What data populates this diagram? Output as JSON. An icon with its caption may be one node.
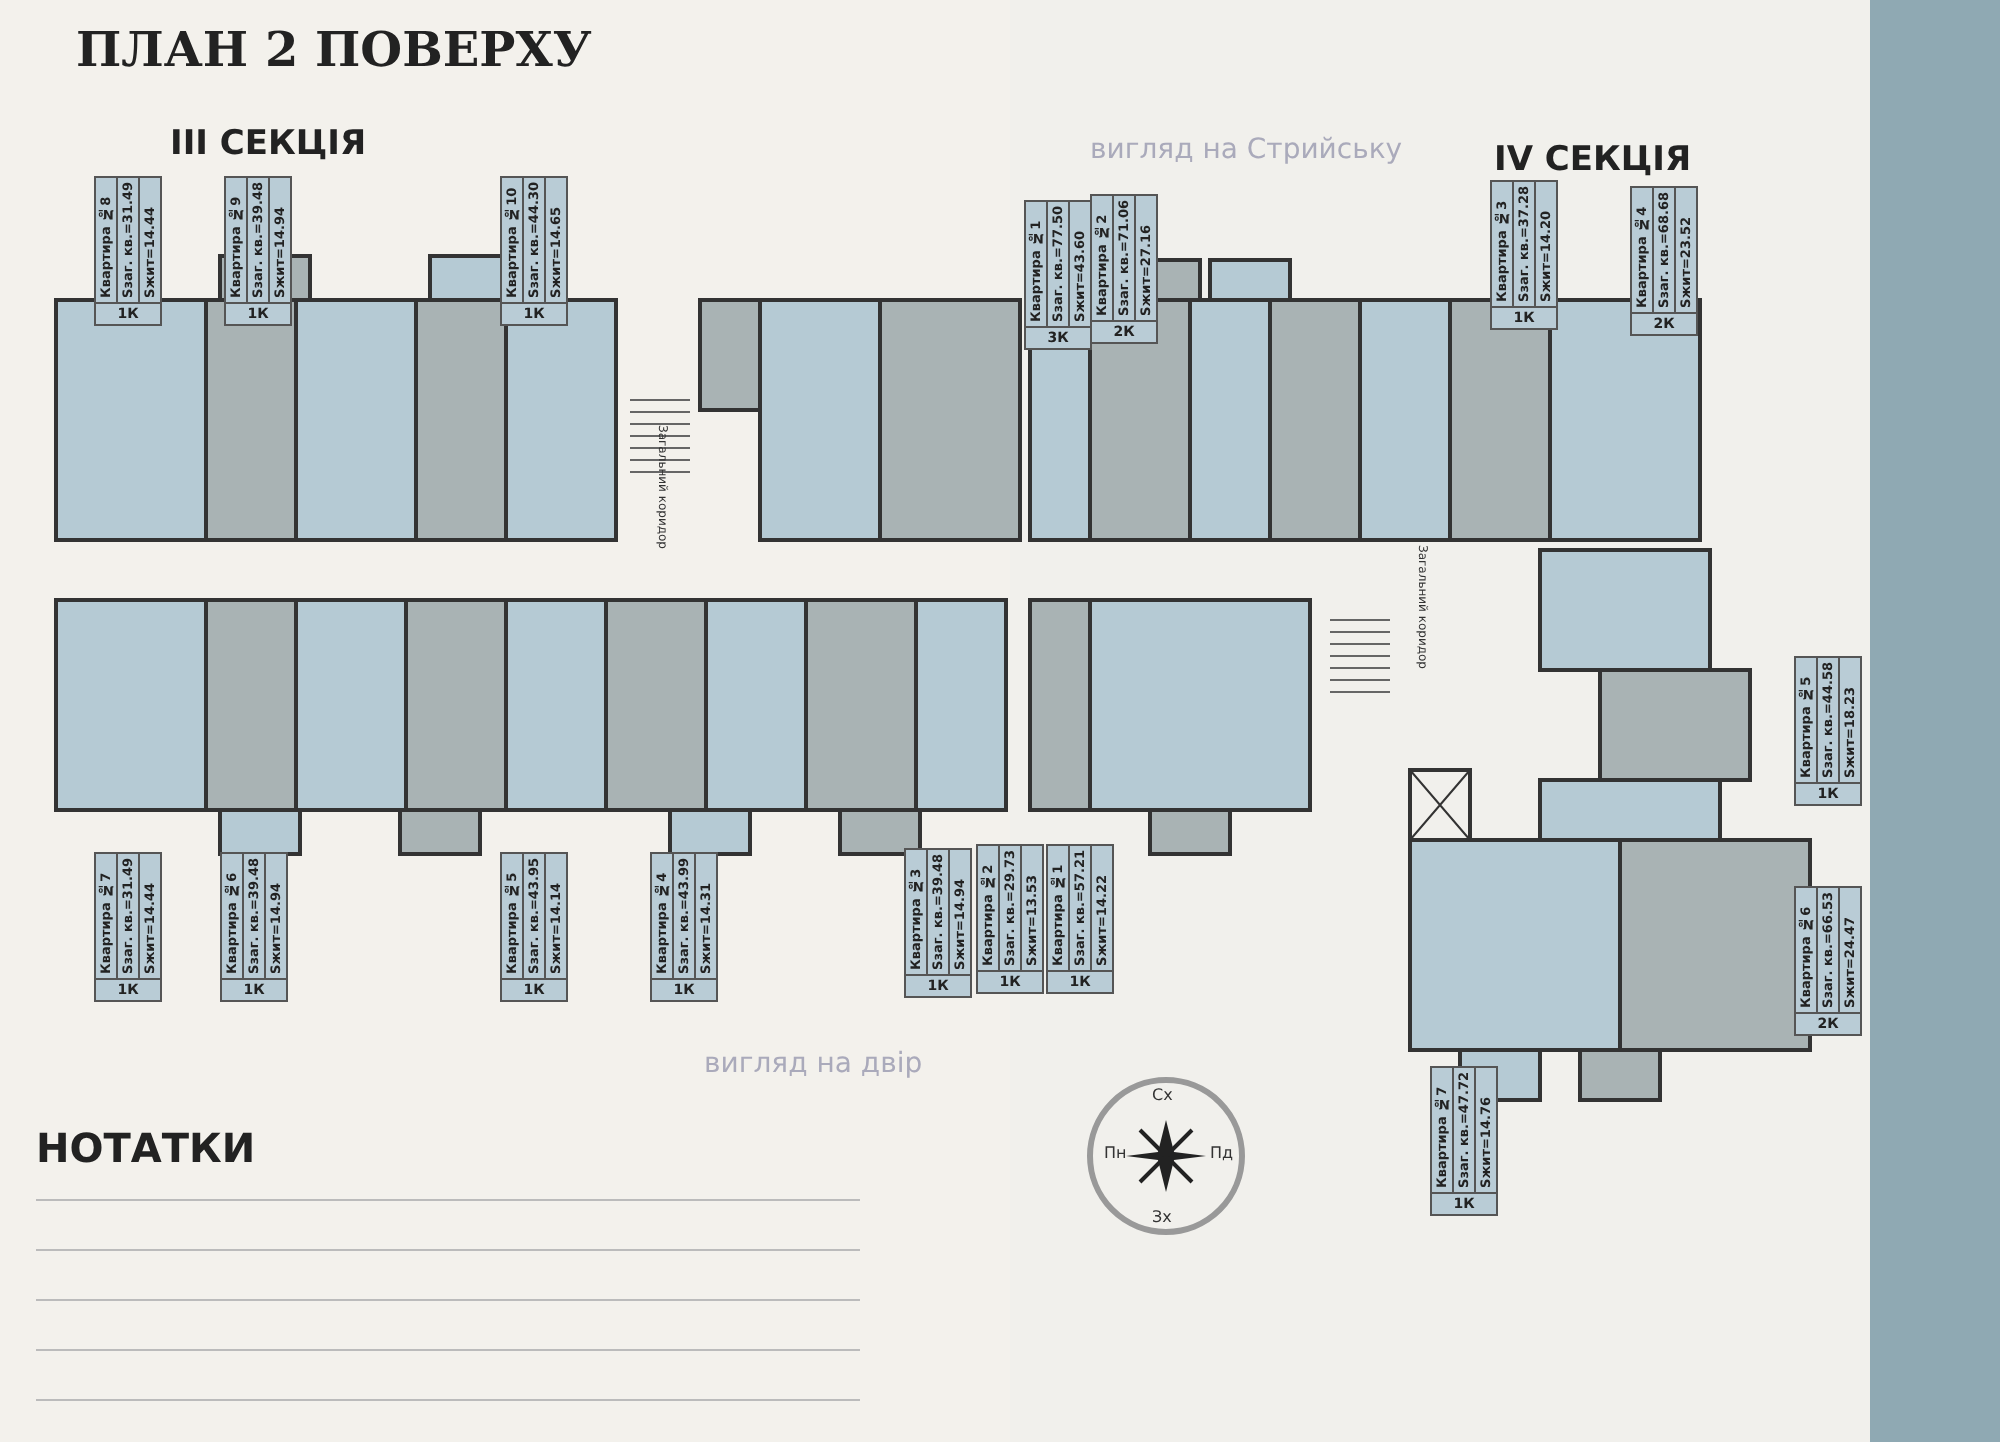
{
  "diagram": {
    "title": "ПЛАН 2 ПОВЕРХУ",
    "labels": [
      "III СЕКЦІЯ",
      "вигляд на Стрийську",
      "IV СЕКЦІЯ",
      "Квартира №8",
      "Sзаг. кв.=31.49",
      "Sжит=14.44",
      "1К",
      "Квартира №9",
      "Sзаг. кв.=39.48",
      "Sжит=14.94",
      "1К",
      "Квартира №10",
      "Sзаг. кв.=44.30",
      "Sжит=14.65",
      "1К",
      "Квартира №1",
      "Sзаг. кв.=77.50",
      "Sжит=43.60",
      "3К",
      "Квартира №2",
      "Sзаг. кв.=71.06",
      "Sжит=27.16",
      "2К",
      "Квартира №3",
      "Sзаг. кв.=37.28",
      "Sжит=14.20",
      "1К",
      "Квартира №4",
      "Sзаг. кв.=68.68",
      "Sжит=23.52",
      "2К",
      "Квартира №5",
      "Sзаг. кв.=44.58",
      "Sжит=18.23",
      "1К",
      "Квартира №6",
      "Sзаг. кв.=66.53",
      "Sжит=24.47",
      "2К",
      "Квартира №7",
      "Sзаг. кв.=31.49",
      "Sжит=14.44",
      "1К",
      "Квартира №6",
      "Sзаг. кв.=39.48",
      "Sжит=14.94",
      "1К",
      "Квартира №5",
      "Sзаг. кв.=43.95",
      "Sжит=14.14",
      "1К",
      "Квартира №4",
      "Sзаг. кв.=43.99",
      "Sжит=14.31",
      "1К",
      "Квартира №3",
      "Sзаг. кв.=39.48",
      "Sжит=14.94",
      "1К",
      "Квартира №2",
      "Sзаг. кв.=29.73",
      "Sжит=13.53",
      "1К",
      "Квартира №1",
      "Sзаг. кв.=57.21",
      "Sжит=14.22",
      "1К",
      "Квартира №7",
      "Sзаг. кв.=47.72",
      "Sжит=14.76",
      "1К",
      "Загальний коридор",
      "Загальний коридор",
      "вигляд на двір",
      "НОТАТКИ",
      "Сх",
      "Пн",
      "Пд",
      "Зх"
    ]
  }
}
